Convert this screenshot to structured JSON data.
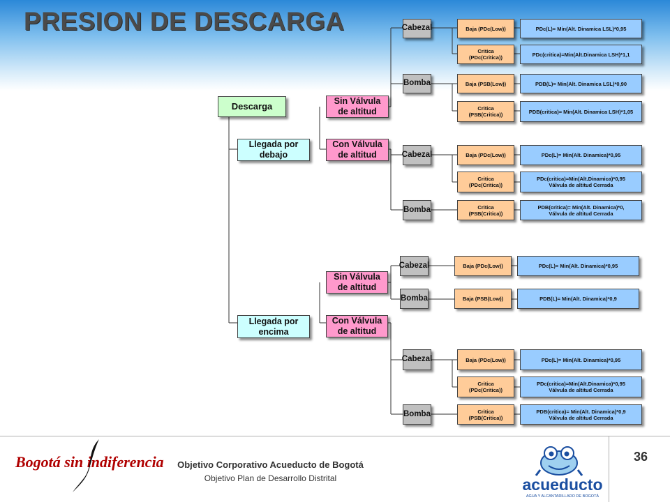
{
  "title": "PRESION DE DESCARGA",
  "colors": {
    "root": "#ccffcc",
    "arrival": "#ccffff",
    "valve": "#ff99cc",
    "component": "#c0c0c0",
    "condition": "#ffcc99",
    "formula": "#99ccff",
    "title_text": "#4a4a4a",
    "header_gradient_top": "#2b88d8"
  },
  "diagram": {
    "root": "Descarga",
    "arrival_below": "Llegada por\ndebajo",
    "arrival_above": "Llegada por\nencima",
    "below_without_valve": "Sin Válvula\nde altitud",
    "below_with_valve": "Con Válvula\nde altitud",
    "above_without_valve": "Sin Válvula\nde altitud",
    "above_with_valve": "Con Válvula\nde altitud",
    "group1": {
      "cabezal": "Cabezal",
      "cabezal_low": "Baja (PDc(Low))",
      "cabezal_low_formula": "PDc(L)= Min(Alt. Dinamica LSL)*0,95",
      "cabezal_crit": "Critica\n(PDc(Critica))",
      "cabezal_crit_formula": "PDc(critica)=Min(Alt.Dinamica LSH)*1,1",
      "bomba": "Bomba",
      "bomba_low": "Baja (PSB(Low))",
      "bomba_low_formula": "PDB(L)= Min(Alt. Dinamica LSL)*0,90",
      "bomba_crit": "Critica\n(PSB(Critica))",
      "bomba_crit_formula": "PDB(critica)= Min(Alt. Dinamica LSH)*1,05"
    },
    "group2": {
      "cabezal": "Cabezal",
      "cabezal_low": "Baja (PDc(Low))",
      "cabezal_low_formula": "PDc(L)= Min(Alt. Dinamica)*0,95",
      "cabezal_crit": "Critica\n(PDc(Critica))",
      "cabezal_crit_formula": "PDc(critica)=Min(Alt.Dinamica)*0,95\nVálvula de altitud Cerrada",
      "bomba": "Bomba",
      "bomba_crit": "Critica\n(PSB(Critica))",
      "bomba_crit_formula": "PDB(critica)= Min(Alt. Dinamica)*0,\nVálvula de altitud Cerrada"
    },
    "group3": {
      "cabezal": "Cabezal",
      "cabezal_low": "Baja (PDc(Low))",
      "cabezal_low_formula": "PDc(L)= Min(Alt. Dinamica)*0,95",
      "bomba": "Bomba",
      "bomba_low": "Baja (PSB(Low))",
      "bomba_low_formula": "PDB(L)= Min(Alt. Dinamica)*0,9"
    },
    "group4": {
      "cabezal": "Cabezal",
      "cabezal_low": "Baja (PDc(Low))",
      "cabezal_low_formula": "PDc(L)= Min(Alt. Dinamica)*0,95",
      "cabezal_crit": "Critica\n(PDc(Critica))",
      "cabezal_crit_formula": "PDc(critica)=Min(Alt.Dinamica)*0,95\nVálvula de altitud Cerrada",
      "bomba": "Bomba",
      "bomba_crit": "Critica\n(PSB(Critica))",
      "bomba_crit_formula": "PDB(critica)= Min(Alt. Dinamica)*0,9\nVálvula de altitud Cerrada"
    }
  },
  "footer": {
    "logo_left": "Bogotá sin indiferencia",
    "corporate_objective": "Objetivo Corporativo Acueducto de Bogotá",
    "plan_objective": "Objetivo Plan de Desarrollo Distrital",
    "page_number": "36",
    "logo_right_name": "acueducto",
    "logo_right_sub": "AGUA Y ALCANTARILLADO DE BOGOTÁ",
    "logo_right_icon": "frog-mascot-icon"
  }
}
